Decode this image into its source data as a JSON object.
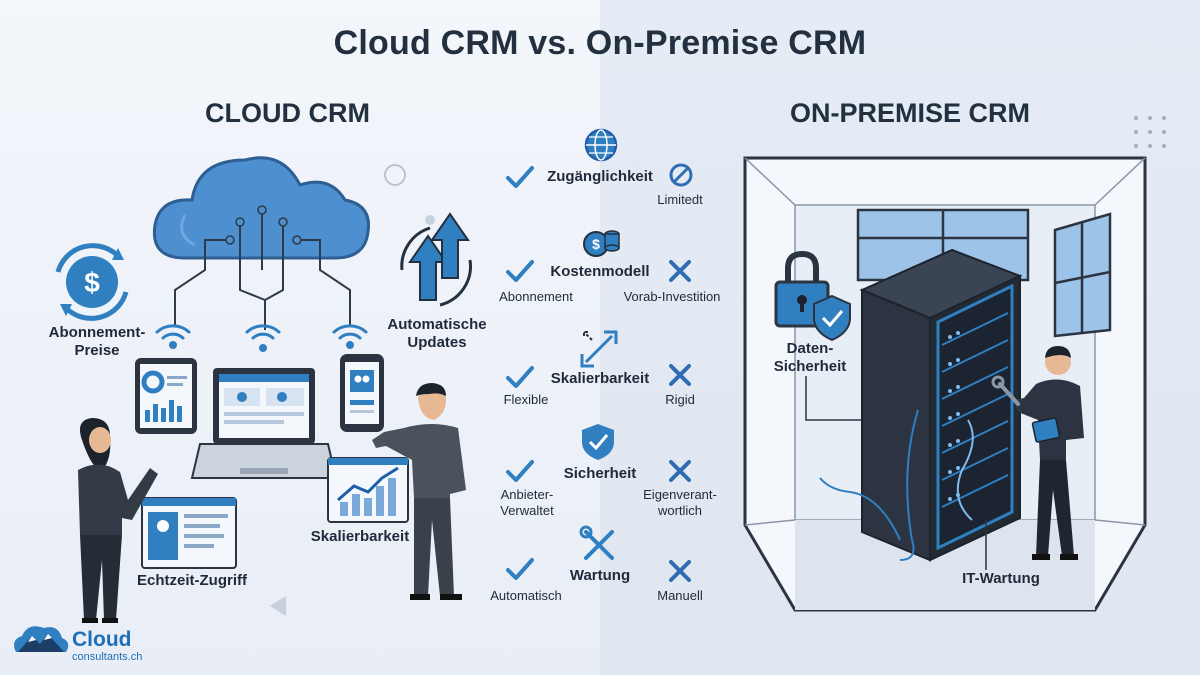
{
  "title": "Cloud CRM vs. On-Premise CRM",
  "cloud": {
    "heading": "CLOUD CRM",
    "features": {
      "subscription": "Abonnement-\nPreise",
      "updates": "Automatische\nUpdates",
      "realtime": "Echtzeit-Zugriff",
      "scalability": "Skalierbarkeit"
    }
  },
  "onprem": {
    "heading": "ON-PREMISE CRM",
    "features": {
      "security": "Daten-\nSicherheit",
      "maintenance": "IT-Wartung"
    }
  },
  "comparison": [
    {
      "title": "Zugänglichkeit",
      "cloud": "",
      "onprem": "Limitedt",
      "icon": "globe-icon",
      "cloud_mark": "check-icon",
      "onprem_mark": "no-entry-icon"
    },
    {
      "title": "Kostenmodell",
      "cloud": "Abonnement",
      "onprem": "Vorab-Investition",
      "icon": "coins-icon",
      "cloud_mark": "check-icon",
      "onprem_mark": "cross-icon"
    },
    {
      "title": "Skalierbarkeit",
      "cloud": "Flexible",
      "onprem": "Rigid",
      "icon": "scale-arrows-icon",
      "cloud_mark": "check-icon",
      "onprem_mark": "cross-icon"
    },
    {
      "title": "Sicherheit",
      "cloud": "Anbieter-\nVerwaltet",
      "onprem": "Eigenverant-\nwortlich",
      "icon": "shield-icon",
      "cloud_mark": "check-icon",
      "onprem_mark": "cross-icon"
    },
    {
      "title": "Wartung",
      "cloud": "Automatisch",
      "onprem": "Manuell",
      "icon": "tools-icon",
      "cloud_mark": "check-icon",
      "onprem_mark": "cross-icon"
    }
  ],
  "logo": {
    "name": "Cloud",
    "domain": "consultants.ch"
  },
  "colors": {
    "accent": "#2f7fc1",
    "dark": "#23303f",
    "server": "#2b3440",
    "cross": "#2f6db3"
  }
}
